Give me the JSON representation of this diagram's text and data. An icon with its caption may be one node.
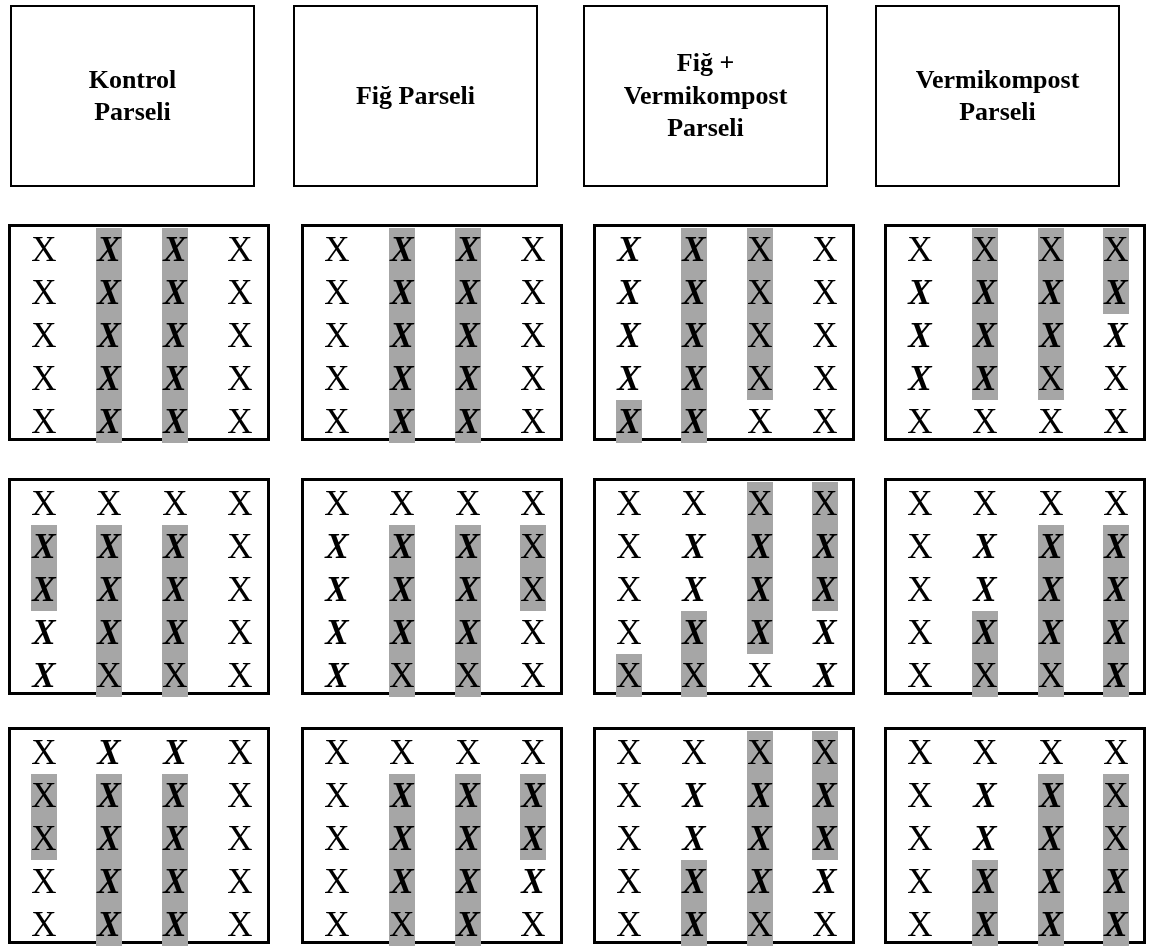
{
  "diagram": {
    "nodes": [
      {
        "text": [
          "Kontrol Parseli"
        ]
      },
      {
        "text": [
          "Fiğ Parseli"
        ]
      },
      {
        "text": [
          "Fiğ + Vermikompost Parseli"
        ]
      },
      {
        "text": [
          "Vermikompost Parseli"
        ]
      },
      {
        "text": [
          "X",
          "X",
          "X",
          "X",
          "X",
          "X",
          "X",
          "X",
          "X",
          "X",
          "X",
          "X",
          "X",
          "X",
          "X",
          "X",
          "X",
          "X",
          "X",
          "X"
        ]
      },
      {
        "text": [
          "X",
          "X",
          "X",
          "X",
          "X",
          "X",
          "X",
          "X",
          "X",
          "X",
          "X",
          "X",
          "X",
          "X",
          "X",
          "X",
          "X",
          "X",
          "X",
          "X"
        ]
      },
      {
        "text": [
          "X",
          "X",
          "X",
          "X",
          "X",
          "X",
          "X",
          "X",
          "X",
          "X",
          "X",
          "X",
          "X",
          "X",
          "X",
          "X",
          "X",
          "X",
          "X",
          "X"
        ]
      },
      {
        "text": [
          "X",
          "X",
          "X",
          "X",
          "X",
          "X",
          "X",
          "X",
          "X",
          "X",
          "X",
          "X",
          "X",
          "X",
          "X",
          "X",
          "X",
          "X",
          "X",
          "X"
        ]
      },
      {
        "text": [
          "X",
          "X",
          "X",
          "X",
          "X",
          "X",
          "X",
          "X",
          "X",
          "X",
          "X",
          "X",
          "X",
          "X",
          "X",
          "X",
          "X",
          "X",
          "X",
          "X"
        ]
      },
      {
        "text": [
          "X",
          "X",
          "X",
          "X",
          "X",
          "X",
          "X",
          "X",
          "X",
          "X",
          "X",
          "X",
          "X",
          "X",
          "X",
          "X",
          "X",
          "X",
          "X",
          "X"
        ]
      },
      {
        "text": [
          "X",
          "X",
          "X",
          "X",
          "X",
          "X",
          "X",
          "X",
          "X",
          "X",
          "X",
          "X",
          "X",
          "X",
          "X",
          "X",
          "X",
          "X",
          "X",
          "X"
        ]
      },
      {
        "text": [
          "X",
          "X",
          "X",
          "X",
          "X",
          "X",
          "X",
          "X",
          "X",
          "X",
          "X",
          "X",
          "X",
          "X",
          "X",
          "X",
          "X",
          "X",
          "X",
          "X"
        ]
      },
      {
        "text": [
          "X",
          "X",
          "X",
          "X",
          "X",
          "X",
          "X",
          "X",
          "X",
          "X",
          "X",
          "X",
          "X",
          "X",
          "X",
          "X",
          "X",
          "X",
          "X",
          "X"
        ]
      },
      {
        "text": [
          "X",
          "X",
          "X",
          "X",
          "X",
          "X",
          "X",
          "X",
          "X",
          "X",
          "X",
          "X",
          "X",
          "X",
          "X",
          "X",
          "X",
          "X",
          "X",
          "X"
        ]
      },
      {
        "text": [
          "X",
          "X",
          "X",
          "X",
          "X",
          "X",
          "X",
          "X",
          "X",
          "X",
          "X",
          "X",
          "X",
          "X",
          "X",
          "X",
          "X",
          "X",
          "X",
          "X"
        ]
      },
      {
        "text": [
          "X",
          "X",
          "X",
          "X",
          "X",
          "X",
          "X",
          "X",
          "X",
          "X",
          "X",
          "X",
          "X",
          "X",
          "X",
          "X",
          "X",
          "X",
          "X",
          "X"
        ]
      }
    ]
  }
}
